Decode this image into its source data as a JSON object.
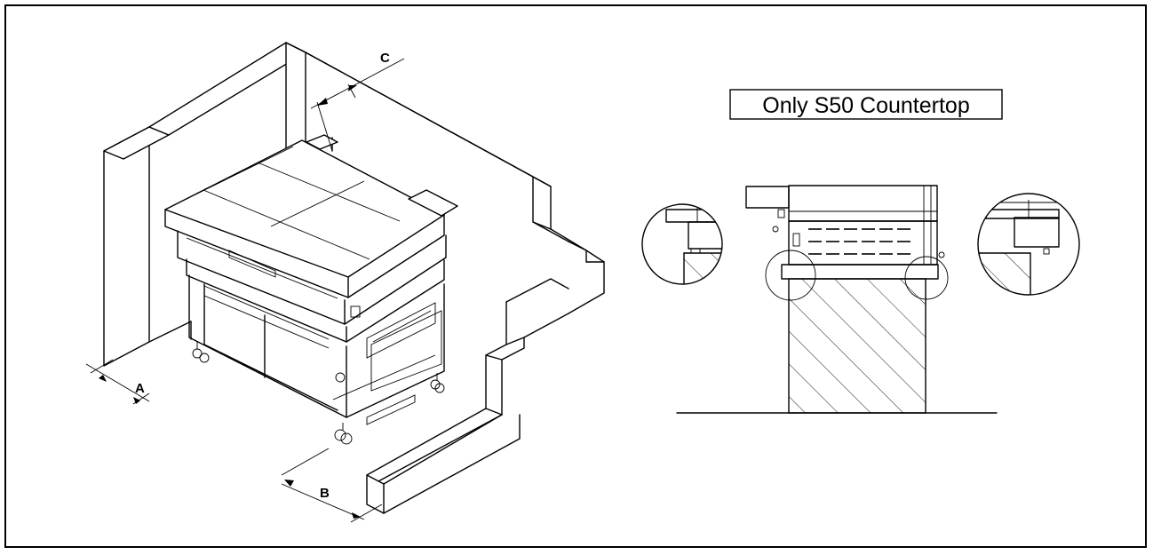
{
  "title": "Only S50 Countertop",
  "dimensions": {
    "a": "A",
    "b": "B",
    "c": "C"
  }
}
